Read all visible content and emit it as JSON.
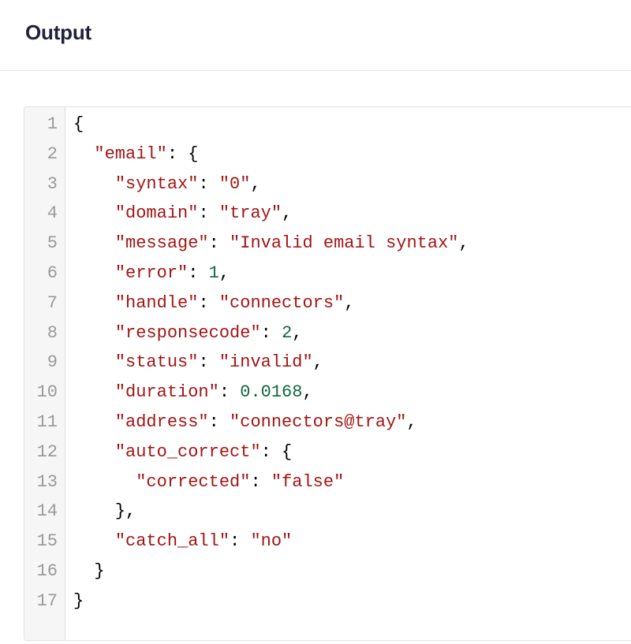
{
  "header": {
    "title": "Output"
  },
  "colors": {
    "title": "#21213c",
    "divider": "#e8e8e8",
    "panel_border": "#e2e2e2",
    "gutter_background": "#f6f6f6",
    "gutter_border": "#dddddd",
    "line_number": "#999999",
    "string": "#a31515",
    "number": "#116644",
    "punctuation": "#000000"
  },
  "editor": {
    "line_numbers": [
      1,
      2,
      3,
      4,
      5,
      6,
      7,
      8,
      9,
      10,
      11,
      12,
      13,
      14,
      15,
      16,
      17
    ],
    "lines": [
      {
        "tokens": [
          {
            "c": "p",
            "t": "{"
          }
        ]
      },
      {
        "tokens": [
          {
            "c": "p",
            "t": "  "
          },
          {
            "c": "s",
            "t": "\"email\""
          },
          {
            "c": "p",
            "t": ": {"
          }
        ]
      },
      {
        "tokens": [
          {
            "c": "p",
            "t": "    "
          },
          {
            "c": "s",
            "t": "\"syntax\""
          },
          {
            "c": "p",
            "t": ": "
          },
          {
            "c": "s",
            "t": "\"0\""
          },
          {
            "c": "p",
            "t": ","
          }
        ]
      },
      {
        "tokens": [
          {
            "c": "p",
            "t": "    "
          },
          {
            "c": "s",
            "t": "\"domain\""
          },
          {
            "c": "p",
            "t": ": "
          },
          {
            "c": "s",
            "t": "\"tray\""
          },
          {
            "c": "p",
            "t": ","
          }
        ]
      },
      {
        "tokens": [
          {
            "c": "p",
            "t": "    "
          },
          {
            "c": "s",
            "t": "\"message\""
          },
          {
            "c": "p",
            "t": ": "
          },
          {
            "c": "s",
            "t": "\"Invalid email syntax\""
          },
          {
            "c": "p",
            "t": ","
          }
        ]
      },
      {
        "tokens": [
          {
            "c": "p",
            "t": "    "
          },
          {
            "c": "s",
            "t": "\"error\""
          },
          {
            "c": "p",
            "t": ": "
          },
          {
            "c": "n",
            "t": "1"
          },
          {
            "c": "p",
            "t": ","
          }
        ]
      },
      {
        "tokens": [
          {
            "c": "p",
            "t": "    "
          },
          {
            "c": "s",
            "t": "\"handle\""
          },
          {
            "c": "p",
            "t": ": "
          },
          {
            "c": "s",
            "t": "\"connectors\""
          },
          {
            "c": "p",
            "t": ","
          }
        ]
      },
      {
        "tokens": [
          {
            "c": "p",
            "t": "    "
          },
          {
            "c": "s",
            "t": "\"responsecode\""
          },
          {
            "c": "p",
            "t": ": "
          },
          {
            "c": "n",
            "t": "2"
          },
          {
            "c": "p",
            "t": ","
          }
        ]
      },
      {
        "tokens": [
          {
            "c": "p",
            "t": "    "
          },
          {
            "c": "s",
            "t": "\"status\""
          },
          {
            "c": "p",
            "t": ": "
          },
          {
            "c": "s",
            "t": "\"invalid\""
          },
          {
            "c": "p",
            "t": ","
          }
        ]
      },
      {
        "tokens": [
          {
            "c": "p",
            "t": "    "
          },
          {
            "c": "s",
            "t": "\"duration\""
          },
          {
            "c": "p",
            "t": ": "
          },
          {
            "c": "n",
            "t": "0.0168"
          },
          {
            "c": "p",
            "t": ","
          }
        ]
      },
      {
        "tokens": [
          {
            "c": "p",
            "t": "    "
          },
          {
            "c": "s",
            "t": "\"address\""
          },
          {
            "c": "p",
            "t": ": "
          },
          {
            "c": "s",
            "t": "\"connectors@tray\""
          },
          {
            "c": "p",
            "t": ","
          }
        ]
      },
      {
        "tokens": [
          {
            "c": "p",
            "t": "    "
          },
          {
            "c": "s",
            "t": "\"auto_correct\""
          },
          {
            "c": "p",
            "t": ": {"
          }
        ]
      },
      {
        "tokens": [
          {
            "c": "p",
            "t": "      "
          },
          {
            "c": "s",
            "t": "\"corrected\""
          },
          {
            "c": "p",
            "t": ": "
          },
          {
            "c": "s",
            "t": "\"false\""
          }
        ]
      },
      {
        "tokens": [
          {
            "c": "p",
            "t": "    },"
          }
        ]
      },
      {
        "tokens": [
          {
            "c": "p",
            "t": "    "
          },
          {
            "c": "s",
            "t": "\"catch_all\""
          },
          {
            "c": "p",
            "t": ": "
          },
          {
            "c": "s",
            "t": "\"no\""
          }
        ]
      },
      {
        "tokens": [
          {
            "c": "p",
            "t": "  }"
          }
        ]
      },
      {
        "tokens": [
          {
            "c": "p",
            "t": "}"
          }
        ]
      }
    ]
  }
}
